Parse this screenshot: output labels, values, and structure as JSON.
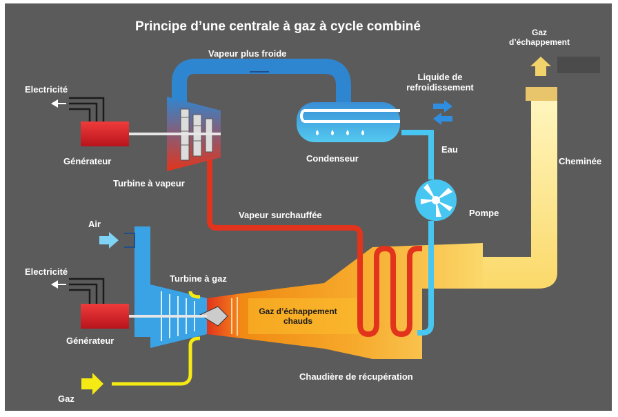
{
  "title": "Principe d’une centrale à gaz à cycle combiné",
  "labels": {
    "vapeur_froide": "Vapeur plus froide",
    "electricite_top": "Electricité",
    "generateur_top": "Générateur",
    "turbine_vapeur": "Turbine à vapeur",
    "liquide_line1": "Liquide de",
    "liquide_line2": "refroidissement",
    "condenseur": "Condenseur",
    "eau": "Eau",
    "pompe": "Pompe",
    "gaz_echap_line1": "Gaz",
    "gaz_echap_line2": "d’échappement",
    "cheminee": "Cheminée",
    "vapeur_surchauffee": "Vapeur surchauffée",
    "air": "Air",
    "electricite_bottom": "Electricité",
    "turbine_gaz": "Turbine à gaz",
    "gaz_chauds_line1": "Gaz d’échappement",
    "gaz_chauds_line2": "chauds",
    "generateur_bottom": "Générateur",
    "chaudiere": "Chaudière de récupération",
    "gaz": "Gaz"
  },
  "colors": {
    "background": "#5b5b5b",
    "steam_cold": "#2f86d0",
    "steam_hot": "#e2341c",
    "water": "#48c6f2",
    "exhaust_light": "#fff2a6",
    "exhaust_hot": "#f7a21e",
    "generator": "#d8232a",
    "gas_line": "#f6ea14",
    "air_blue": "#3aa3e6"
  }
}
